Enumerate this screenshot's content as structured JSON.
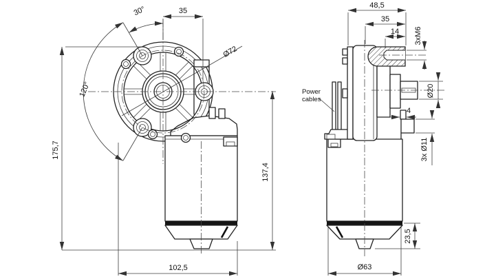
{
  "front_view": {
    "angle_mount": "30°",
    "dim_boss_spacing": "35",
    "bolt_circle_dia": "Ø72",
    "angle_between_bosses": "120°",
    "overall_height": "175,7",
    "motor_height": "137,4",
    "overall_width": "102,5"
  },
  "side_view": {
    "overall_depth": "48,5",
    "gearbox_depth": "35",
    "hole_depth": "14",
    "mount_holes": "3xM6",
    "power_cables_label": [
      "Power",
      "cables"
    ],
    "shaft_dia": "Ø20",
    "boss_thickness": "4",
    "boss_dia": "3x Ø11",
    "cone_height": "23,5",
    "motor_dia": "Ø63"
  }
}
